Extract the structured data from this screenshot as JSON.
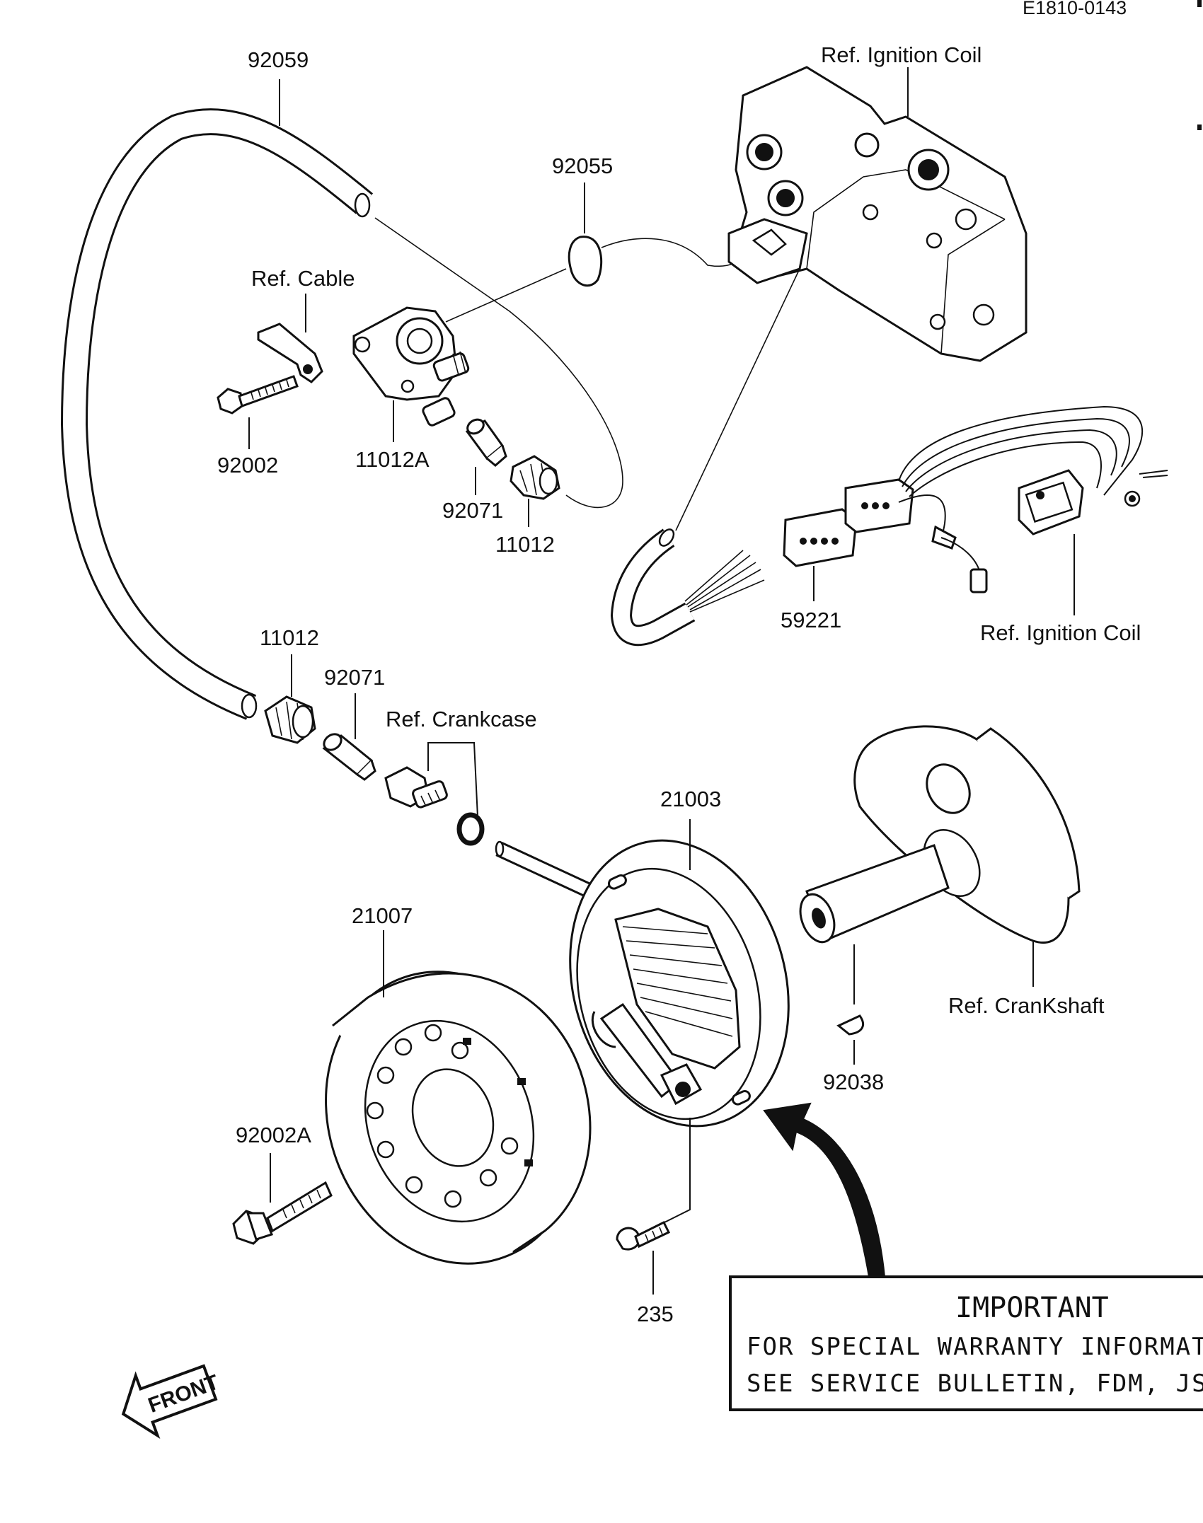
{
  "diagram_code": "E1810-0143",
  "labels": {
    "p92059": "92059",
    "p92055": "92055",
    "ref_ignition_coil_top": "Ref. Ignition Coil",
    "ref_cable": "Ref. Cable",
    "p92002": "92002",
    "p11012A": "11012A",
    "p92071_top": "92071",
    "p11012_top": "11012",
    "p59221": "59221",
    "ref_ignition_coil_bottom": "Ref. Ignition Coil",
    "p11012_mid": "11012",
    "p92071_mid": "92071",
    "ref_crankcase": "Ref. Crankcase",
    "p21003": "21003",
    "p21007": "21007",
    "ref_crankshaft": "Ref. CranKshaft",
    "p92038": "92038",
    "p92002A": "92002A",
    "p235": "235"
  },
  "important": {
    "title": "IMPORTANT",
    "line1": "FOR SPECIAL WARRANTY INFORMAT",
    "line2": "SEE SERVICE BULLETIN, FDM, JS"
  },
  "front_label": "FRONT"
}
